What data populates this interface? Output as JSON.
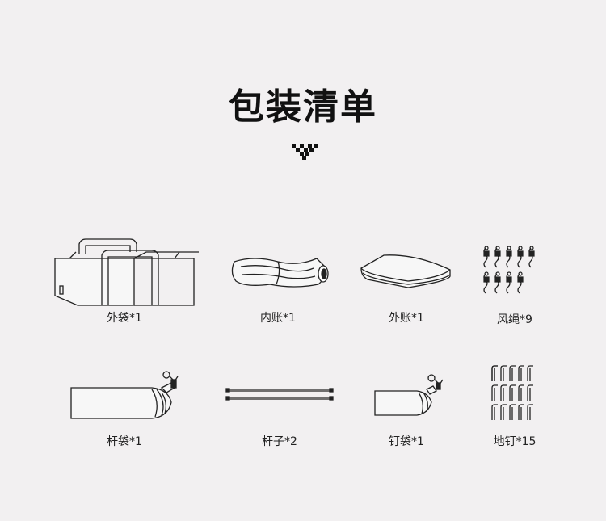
{
  "title": "包装清单",
  "items": [
    {
      "name": "outer-bag",
      "label": "外袋*1",
      "icon": "duffel-bag-icon"
    },
    {
      "name": "inner-tent",
      "label": "内账*1",
      "icon": "rolled-fabric-icon"
    },
    {
      "name": "outer-tent",
      "label": "外账*1",
      "icon": "folded-fabric-icon"
    },
    {
      "name": "guy-ropes",
      "label": "风绳*9",
      "icon": "rope-bundle-icon"
    },
    {
      "name": "pole-bag",
      "label": "杆袋*1",
      "icon": "drawstring-bag-icon"
    },
    {
      "name": "poles",
      "label": "杆子*2",
      "icon": "tent-pole-icon"
    },
    {
      "name": "stake-bag",
      "label": "钉袋*1",
      "icon": "small-drawstring-bag-icon"
    },
    {
      "name": "ground-stakes",
      "label": "地钉*15",
      "icon": "ground-stake-icon"
    }
  ]
}
